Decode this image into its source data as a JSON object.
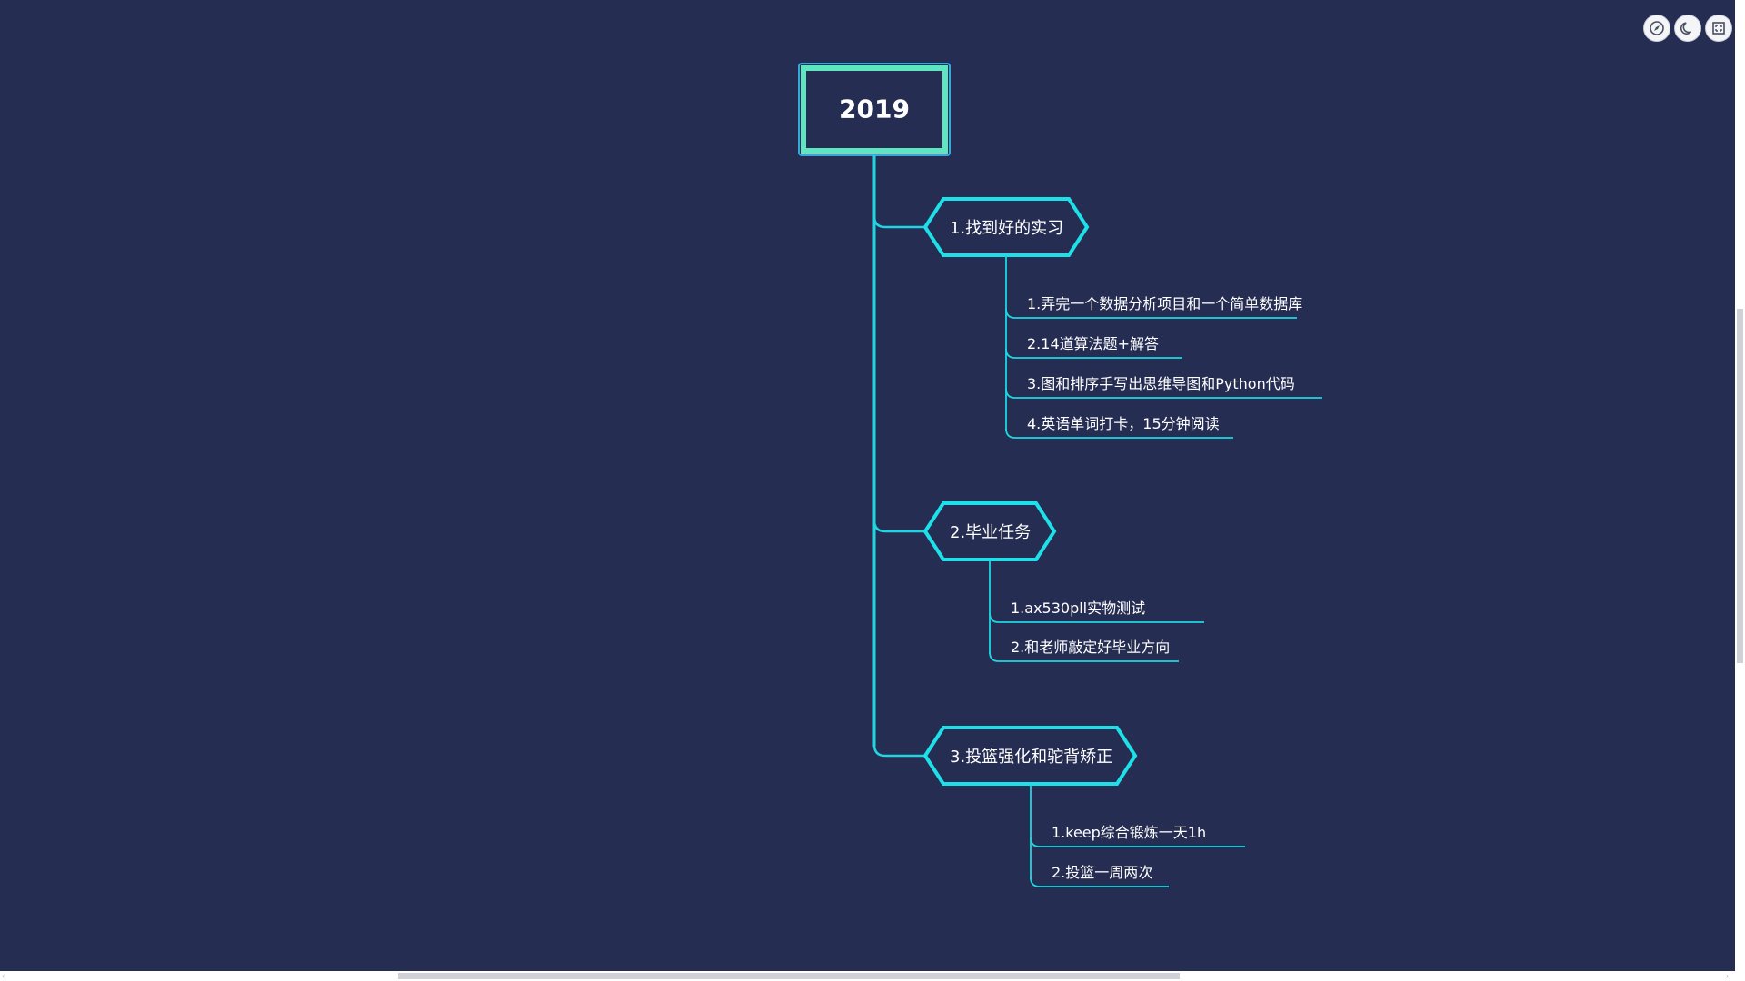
{
  "mindmap": {
    "root": {
      "text": "2019"
    },
    "branches": [
      {
        "text": "1.找到好的实习",
        "children": [
          "1.弄完一个数据分析项目和一个简单数据库",
          "2.14道算法题+解答",
          "3.图和排序手写出思维导图和Python代码",
          "4.英语单词打卡，15分钟阅读"
        ]
      },
      {
        "text": "2.毕业任务",
        "children": [
          "1.ax530pll实物测试",
          "2.和老师敲定好毕业方向"
        ]
      },
      {
        "text": "3.投篮强化和驼背矫正",
        "children": [
          "1.keep综合锻炼一天1h",
          "2.投篮一周两次"
        ]
      }
    ]
  },
  "toolbar": {
    "buttons": [
      {
        "name": "fit-view",
        "icon": "compass-icon"
      },
      {
        "name": "dark-mode",
        "icon": "moon-icon"
      },
      {
        "name": "fullscreen",
        "icon": "fullscreen-icon"
      }
    ]
  },
  "colors": {
    "background": "#252d52",
    "root_border": "#5de6c0",
    "root_outer": "#35a8d8",
    "branch_stroke": "#1ee0e8",
    "line": "#1fd6e0",
    "text": "#ffffff"
  },
  "scrollbars": {
    "left_arrow": "‹",
    "right_arrow": "›"
  }
}
